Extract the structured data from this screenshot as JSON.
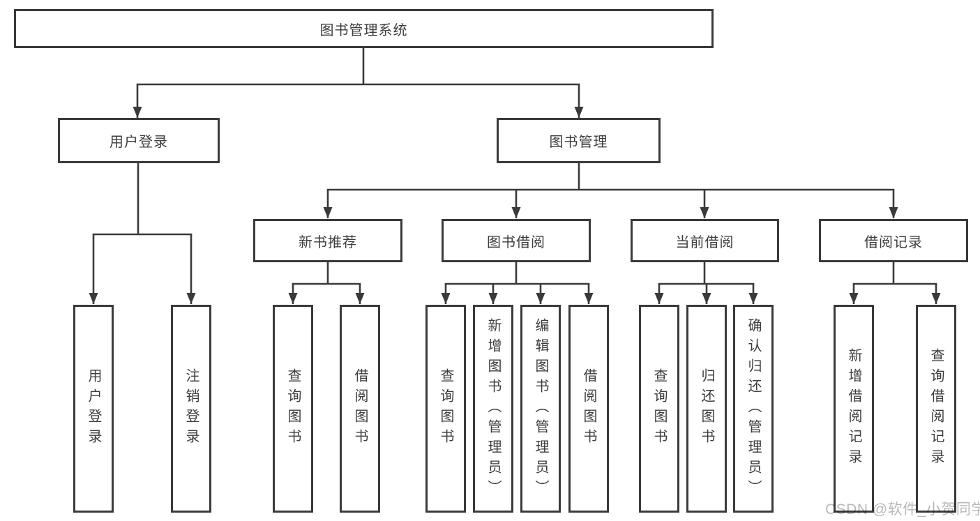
{
  "diagram": {
    "type": "tree",
    "colors": {
      "line": "#3a3a3a",
      "box_border": "#3a3a3a",
      "text": "#3d3d3d",
      "background": "#ffffff",
      "watermark": "#b9b9b9"
    },
    "tree": {
      "label": "图书管理系统",
      "children": [
        {
          "label": "用户登录",
          "children": [
            {
              "label": "用户登录"
            },
            {
              "label": "注销登录"
            }
          ]
        },
        {
          "label": "图书管理",
          "children": [
            {
              "label": "新书推荐",
              "children": [
                {
                  "label": "查询图书"
                },
                {
                  "label": "借阅图书"
                }
              ]
            },
            {
              "label": "图书借阅",
              "children": [
                {
                  "label": "查询图书"
                },
                {
                  "label": "新增图书（管理员）"
                },
                {
                  "label": "编辑图书（管理员）"
                },
                {
                  "label": "借阅图书"
                }
              ]
            },
            {
              "label": "当前借阅",
              "children": [
                {
                  "label": "查询图书"
                },
                {
                  "label": "归还图书"
                },
                {
                  "label": "确认归还（管理员）"
                }
              ]
            },
            {
              "label": "借阅记录",
              "children": [
                {
                  "label": "新增借阅记录"
                },
                {
                  "label": "查询借阅记录"
                }
              ]
            }
          ]
        }
      ]
    },
    "watermark": {
      "text": "CSDN @软件_小贺同学"
    }
  }
}
